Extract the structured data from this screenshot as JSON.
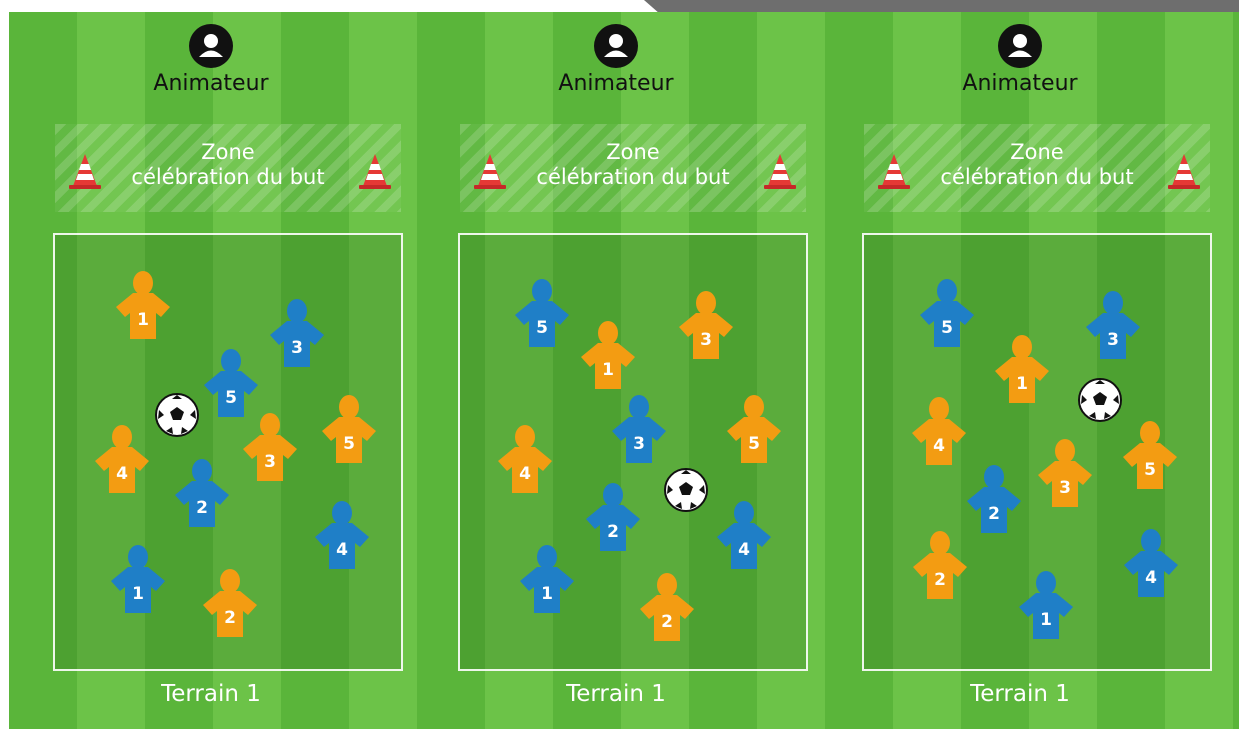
{
  "colors": {
    "orange": "#f39c12",
    "blue": "#1f7fc7",
    "grass_light": "#6cc348",
    "grass_dark": "#5ab53a"
  },
  "panels": [
    {
      "animateur": "Animateur",
      "zone_line1": "Zone",
      "zone_line2": "célébration du but",
      "terrain": "Terrain 1",
      "players": [
        {
          "team": "orange",
          "num": "1"
        },
        {
          "team": "blue",
          "num": "3"
        },
        {
          "team": "blue",
          "num": "5"
        },
        {
          "team": "orange",
          "num": "4"
        },
        {
          "team": "orange",
          "num": "3"
        },
        {
          "team": "orange",
          "num": "5"
        },
        {
          "team": "blue",
          "num": "2"
        },
        {
          "team": "blue",
          "num": "4"
        },
        {
          "team": "blue",
          "num": "1"
        },
        {
          "team": "orange",
          "num": "2"
        }
      ]
    },
    {
      "animateur": "Animateur",
      "zone_line1": "Zone",
      "zone_line2": "célébration du but",
      "terrain": "Terrain 1",
      "players": [
        {
          "team": "blue",
          "num": "5"
        },
        {
          "team": "orange",
          "num": "3"
        },
        {
          "team": "orange",
          "num": "1"
        },
        {
          "team": "orange",
          "num": "4"
        },
        {
          "team": "blue",
          "num": "3"
        },
        {
          "team": "orange",
          "num": "5"
        },
        {
          "team": "blue",
          "num": "2"
        },
        {
          "team": "blue",
          "num": "4"
        },
        {
          "team": "blue",
          "num": "1"
        },
        {
          "team": "orange",
          "num": "2"
        }
      ]
    },
    {
      "animateur": "Animateur",
      "zone_line1": "Zone",
      "zone_line2": "célébration du but",
      "terrain": "Terrain 1",
      "players": [
        {
          "team": "blue",
          "num": "5"
        },
        {
          "team": "blue",
          "num": "3"
        },
        {
          "team": "orange",
          "num": "1"
        },
        {
          "team": "orange",
          "num": "4"
        },
        {
          "team": "orange",
          "num": "3"
        },
        {
          "team": "orange",
          "num": "5"
        },
        {
          "team": "blue",
          "num": "2"
        },
        {
          "team": "orange",
          "num": "2"
        },
        {
          "team": "blue",
          "num": "4"
        },
        {
          "team": "blue",
          "num": "1"
        }
      ]
    }
  ]
}
